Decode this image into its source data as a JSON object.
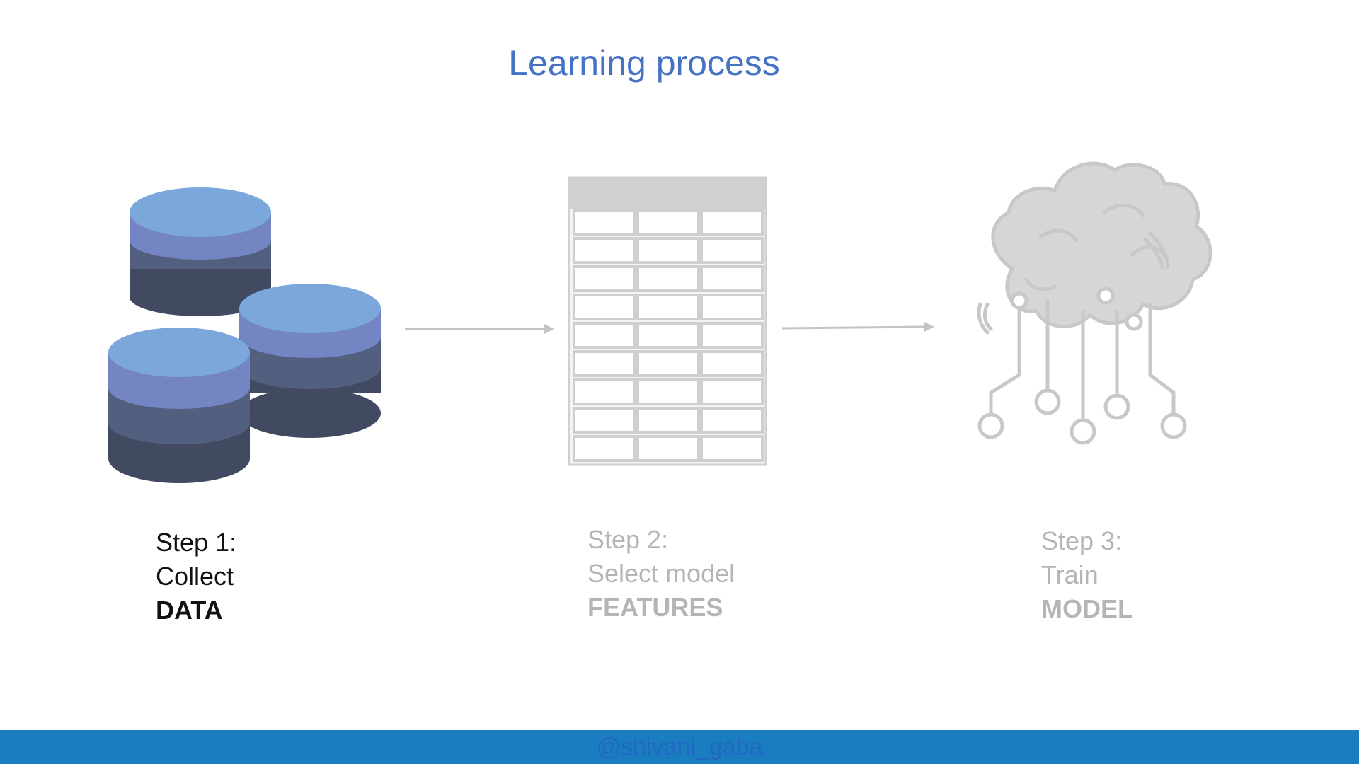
{
  "title": "Learning process",
  "steps": [
    {
      "line1": "Step 1:",
      "line2": "Collect",
      "line3": "DATA"
    },
    {
      "line1": "Step 2:",
      "line2": "Select model",
      "line3": "FEATURES"
    },
    {
      "line1": "Step 3:",
      "line2": "Train",
      "line3": "MODEL"
    }
  ],
  "footer": {
    "handle": "@shivani_gaba"
  },
  "icons": [
    "database-stack-icon",
    "arrow-right-icon",
    "table-grid-icon",
    "brain-circuit-icon"
  ],
  "colors": {
    "title": "#4472c4",
    "footer_bar": "#1a7dbf",
    "active_text": "#111111",
    "inactive_text": "#b5b5b5",
    "db_top": "#7ba7da",
    "db_band1": "#7385c2",
    "db_band2": "#535f7f",
    "db_band3": "#424a62"
  }
}
